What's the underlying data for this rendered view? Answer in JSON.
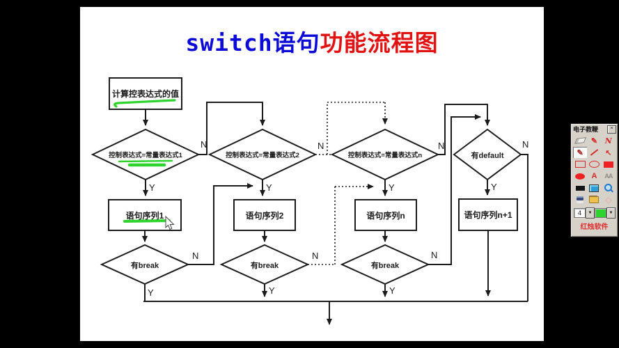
{
  "title": {
    "en": "switch",
    "zh_blue": "语句",
    "zh_red": "功能流程图"
  },
  "flowchart": {
    "start_box": "计算控表达式的值",
    "cond1": "控制表达式=常量表达式1",
    "cond2": "控制表达式=常量表达式2",
    "condn": "控制表达式=常量表达式n",
    "has_default": "有default",
    "seq1": "语句序列1",
    "seq2": "语句序列2",
    "seqn": "语句序列n",
    "seq_default": "语句序列n+1",
    "has_break": "有break",
    "label_yes": "Y",
    "label_no": "N"
  },
  "toolbar": {
    "title": "电子教鞭",
    "close_glyph": "×",
    "size_value": "4",
    "dropdown_glyph": "▼",
    "brand": "红烛软件",
    "selected_color_hex": "#2ed32e",
    "tools": [
      {
        "name": "eraser",
        "glyph": ""
      },
      {
        "name": "marker-pen",
        "glyph": "✎"
      },
      {
        "name": "curve-tool",
        "glyph": "N"
      },
      {
        "name": "pen-tool",
        "glyph": "✎"
      },
      {
        "name": "line-tool",
        "glyph": ""
      },
      {
        "name": "arrow-tool",
        "glyph": "↖"
      },
      {
        "name": "rectangle-tool",
        "glyph": ""
      },
      {
        "name": "ellipse-tool",
        "glyph": ""
      },
      {
        "name": "filled-rectangle-tool",
        "glyph": ""
      },
      {
        "name": "filled-ellipse-tool",
        "glyph": ""
      },
      {
        "name": "text-tool",
        "glyph": "A"
      },
      {
        "name": "text-size-tool",
        "glyph": "AA"
      },
      {
        "name": "blackboard-tool",
        "glyph": ""
      },
      {
        "name": "screen-tool",
        "glyph": ""
      },
      {
        "name": "zoom-tool",
        "glyph": ""
      },
      {
        "name": "save-tool",
        "glyph": ""
      },
      {
        "name": "open-tool",
        "glyph": ""
      },
      {
        "name": "diamond-tool",
        "glyph": "◇"
      }
    ]
  },
  "colors": {
    "annotation_green": "#2ed32e",
    "title_blue": "#0c0cd6",
    "title_red": "#e01212"
  }
}
